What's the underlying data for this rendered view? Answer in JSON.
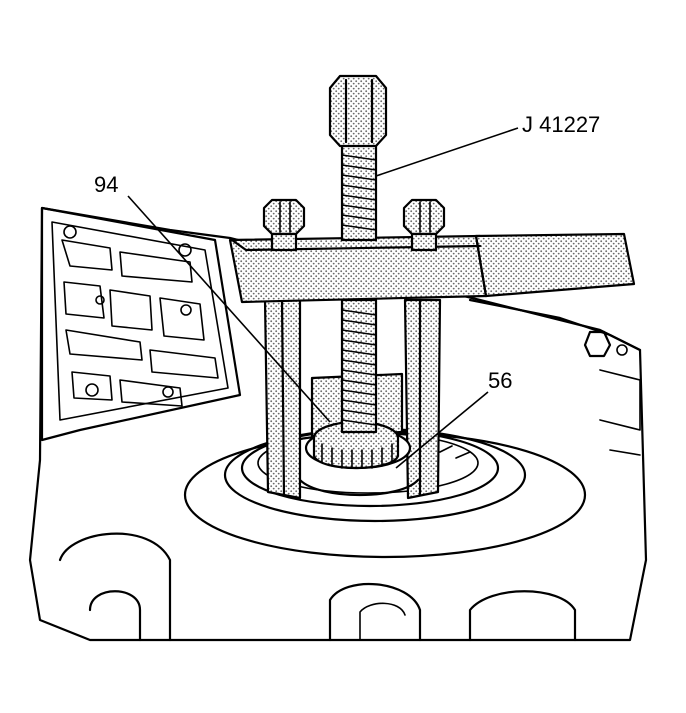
{
  "callouts": {
    "tool": "J 41227",
    "part_94": "94",
    "part_56": "56"
  },
  "colors": {
    "line": "#000000",
    "background": "#ffffff",
    "stipple": "#8a8a8a"
  },
  "icons": [
    "valve-body-illustration",
    "puller-tool-illustration"
  ]
}
